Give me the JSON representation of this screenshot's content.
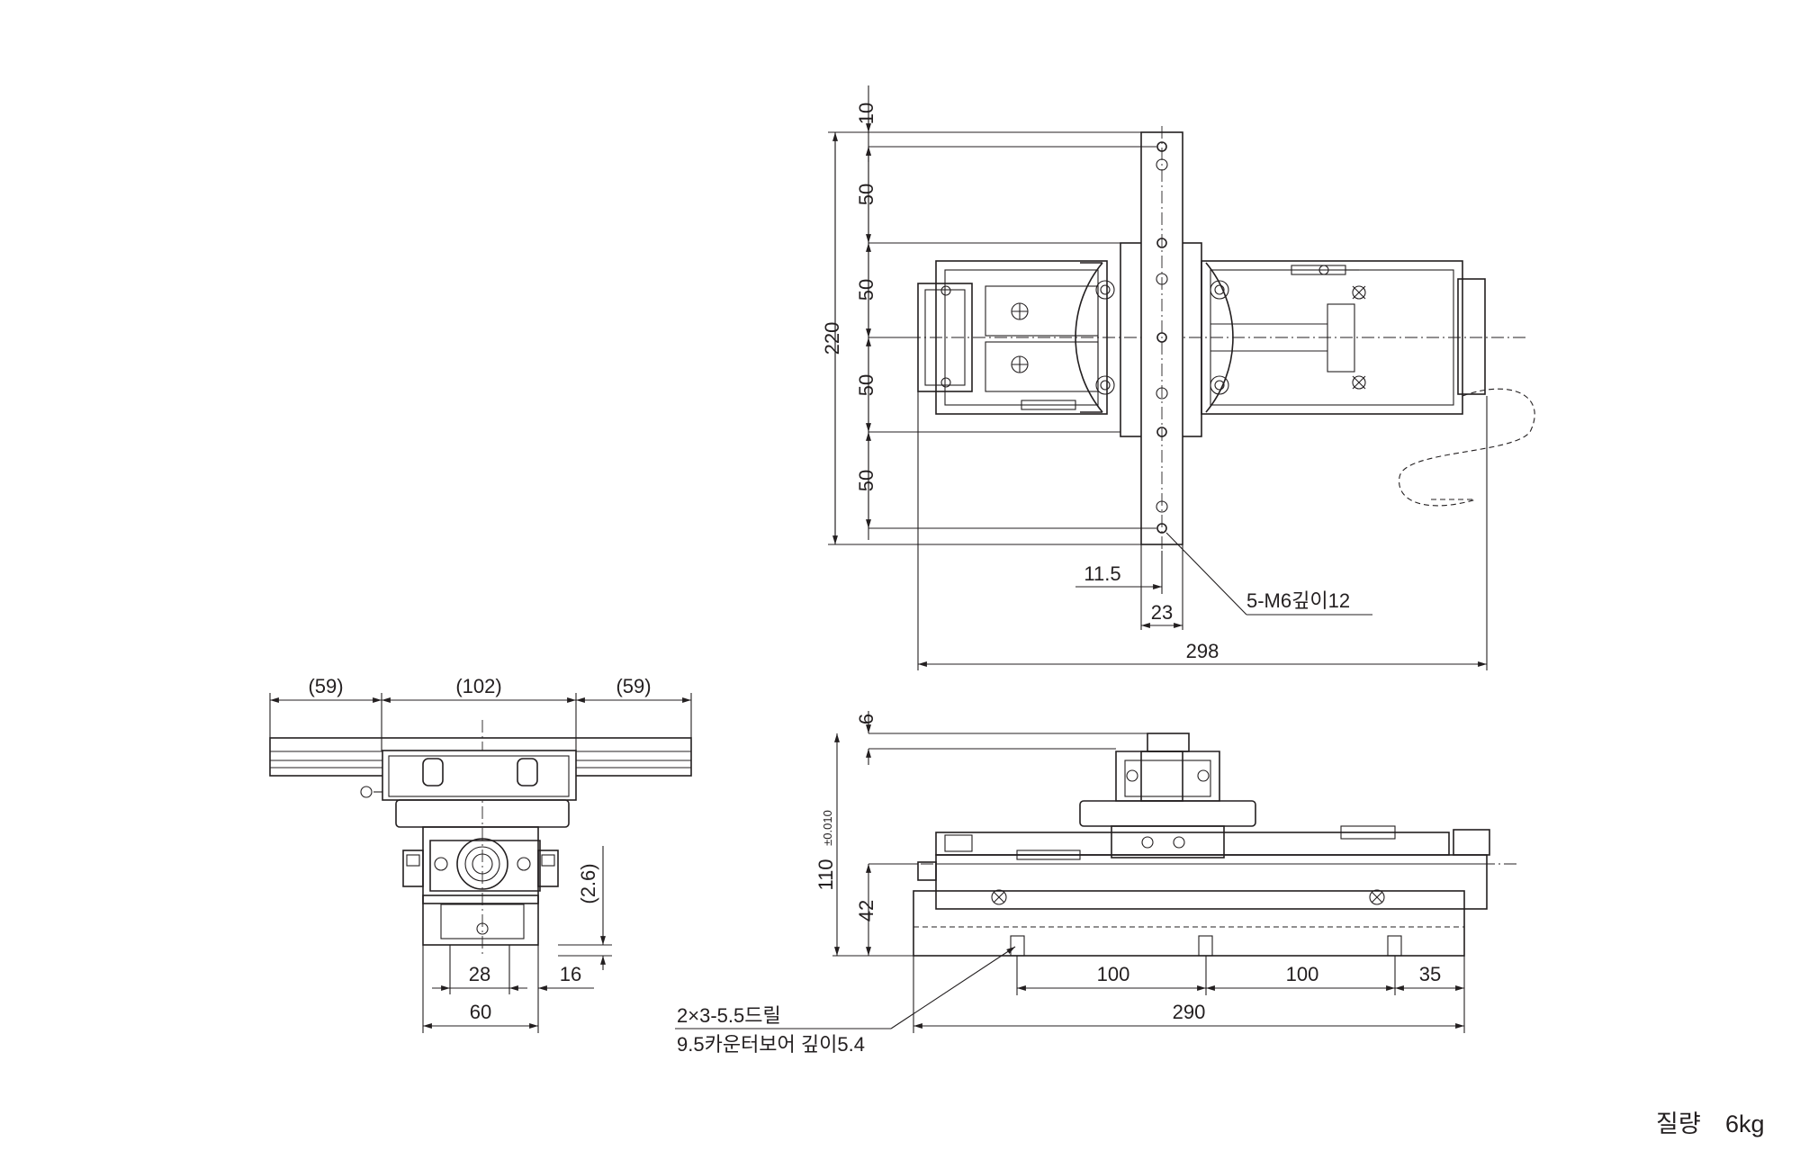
{
  "top_view": {
    "dim_10": "10",
    "dim_50_a": "50",
    "dim_50_b": "50",
    "dim_50_c": "50",
    "dim_50_d": "50",
    "dim_220": "220",
    "dim_11_5": "11.5",
    "dim_23": "23",
    "dim_298": "298",
    "hole_callout": "5-M6깊이12"
  },
  "end_view": {
    "dim_59_left": "(59)",
    "dim_102": "(102)",
    "dim_59_right": "(59)",
    "dim_2_6": "(2.6)",
    "dim_28": "28",
    "dim_16": "16",
    "dim_60": "60"
  },
  "side_view": {
    "dim_6": "6",
    "dim_110": "110",
    "dim_110_tol": "±0.010",
    "dim_42": "42",
    "dim_100_a": "100",
    "dim_100_b": "100",
    "dim_35": "35",
    "dim_290": "290",
    "drill_note_line1": "2×3-5.5드릴",
    "drill_note_line2": "9.5카운터보어 깊이5.4"
  },
  "mass": {
    "label": "질량",
    "value": "6kg"
  }
}
